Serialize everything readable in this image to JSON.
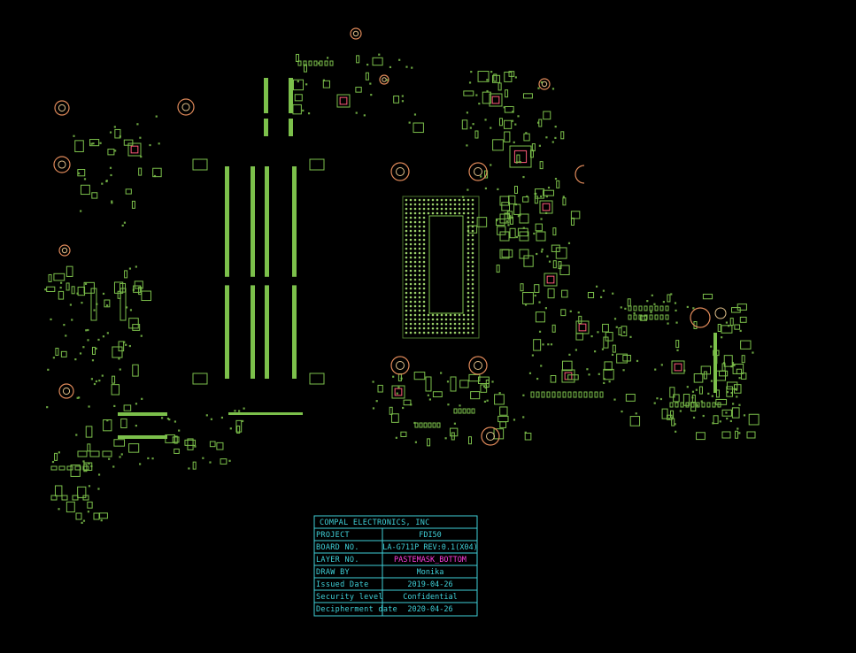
{
  "title_block": {
    "company": "COMPAL ELECTRONICS, INC",
    "rows": [
      {
        "label": "PROJECT",
        "value": "FDI50",
        "highlight": false
      },
      {
        "label": "BOARD NO.",
        "value": "LA-G711P REV:0.1(X04)",
        "highlight": false
      },
      {
        "label": "LAYER NO.",
        "value": "PASTEMASK_BOTTOM",
        "highlight": true
      },
      {
        "label": "DRAW BY",
        "value": "Monika",
        "highlight": false
      },
      {
        "label": "Issued Date",
        "value": "2019-04-26",
        "highlight": false
      },
      {
        "label": "Security level",
        "value": "Confidential",
        "highlight": false
      },
      {
        "label": "Decipherment date",
        "value": "2020-04-26",
        "highlight": false
      }
    ]
  },
  "colors": {
    "background": "#000000",
    "pad": "#7cc04b",
    "hole_ring": "#e08a5a",
    "title_block": "#3fd0d8",
    "highlight": "#ff3fe0",
    "marker": "#ff5a7a"
  }
}
